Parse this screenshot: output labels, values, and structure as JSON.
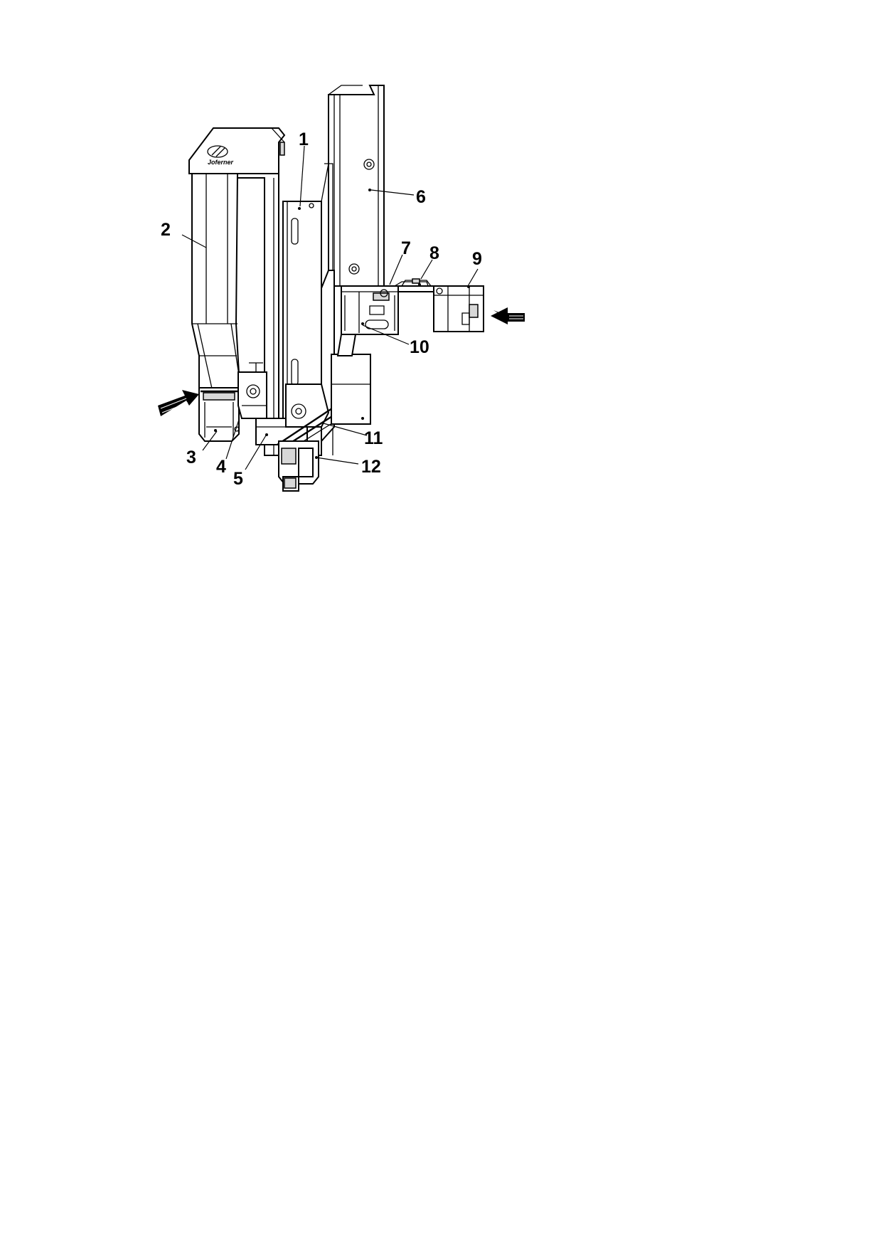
{
  "colors": {
    "line": "#000000",
    "background": "#ffffff",
    "shade": "#d8d8d8"
  },
  "logo": {
    "text": "Joferner"
  },
  "callouts": [
    {
      "id": "1",
      "label": "1"
    },
    {
      "id": "2",
      "label": "2"
    },
    {
      "id": "3",
      "label": "3"
    },
    {
      "id": "4",
      "label": "4"
    },
    {
      "id": "5",
      "label": "5"
    },
    {
      "id": "6",
      "label": "6"
    },
    {
      "id": "7",
      "label": "7"
    },
    {
      "id": "8",
      "label": "8"
    },
    {
      "id": "9",
      "label": "9"
    },
    {
      "id": "10",
      "label": "10"
    },
    {
      "id": "11",
      "label": "11"
    },
    {
      "id": "12",
      "label": "12"
    }
  ],
  "arrows": [
    {
      "id": "left-arrow",
      "direction": "right"
    },
    {
      "id": "right-arrow",
      "direction": "left"
    }
  ]
}
